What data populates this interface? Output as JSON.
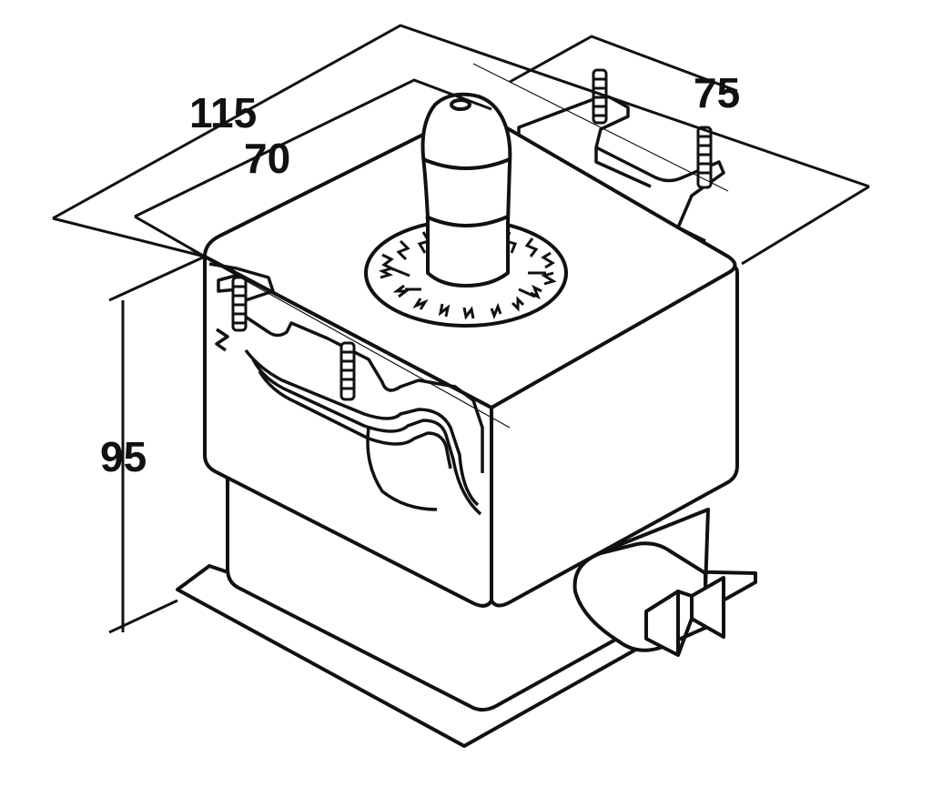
{
  "dimensions": {
    "width_label": "115",
    "inner_width_label": "70",
    "depth_label": "75",
    "height_label": "95"
  },
  "colors": {
    "ink": "#111111",
    "paper": "#ffffff"
  }
}
